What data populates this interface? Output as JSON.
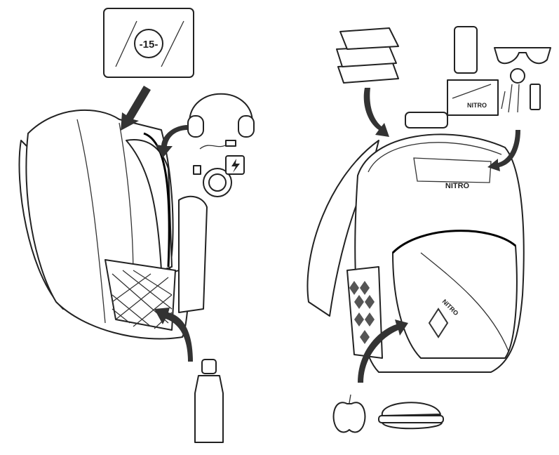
{
  "left_scene": {
    "laptop_label": "-15-",
    "items": [
      "laptop",
      "headphones",
      "cables",
      "charger",
      "water-bottle"
    ]
  },
  "right_scene": {
    "brand_front": "NITRO",
    "brand_wallet": "NITRO",
    "brand_logo": "NITRO",
    "items": [
      "books",
      "phone",
      "sunglasses",
      "wallet",
      "keys",
      "usb-stick",
      "apple",
      "sandwich"
    ]
  },
  "colors": {
    "line": "#222222",
    "background": "#ffffff",
    "pattern": "#555555"
  }
}
